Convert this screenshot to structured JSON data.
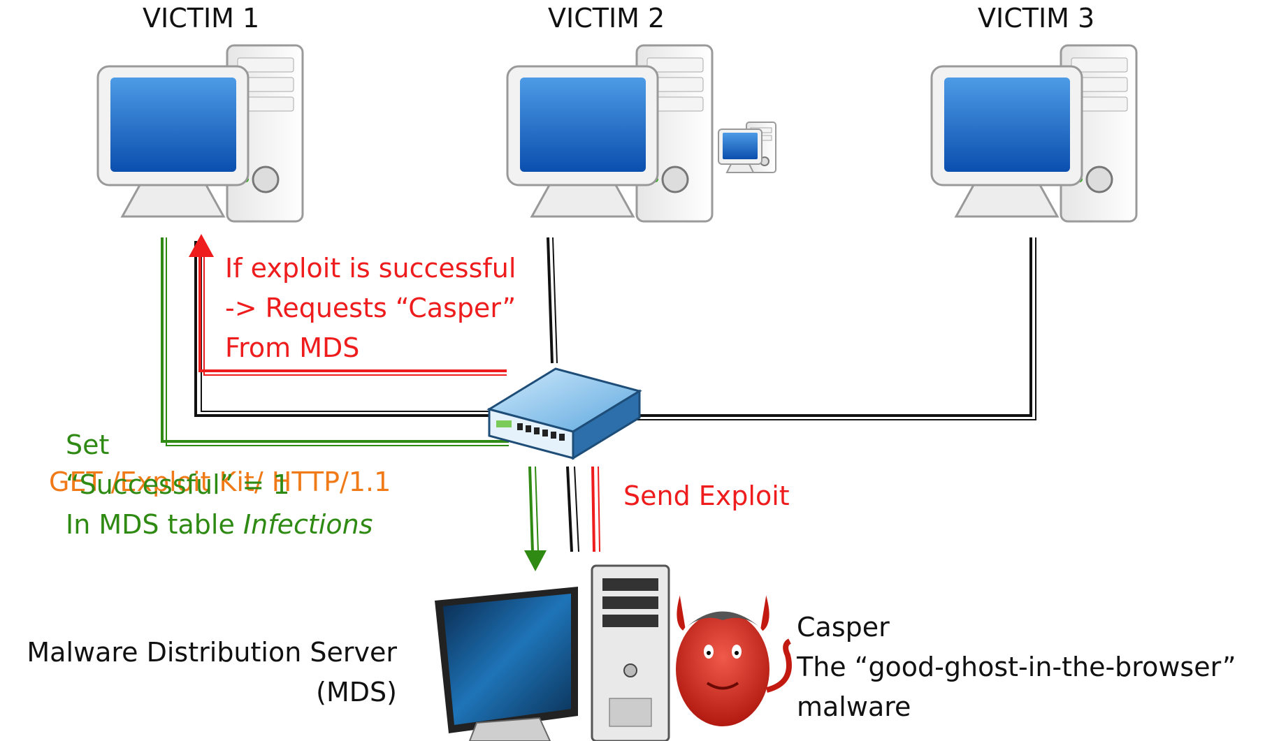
{
  "victims": [
    {
      "label": "VICTIM 1"
    },
    {
      "label": "VICTIM 2"
    },
    {
      "label": "VICTIM 3"
    }
  ],
  "annotations": {
    "exploit_success": {
      "line1": "If exploit is successful",
      "line2": "-> Requests “Casper”",
      "line3": "From MDS"
    },
    "set_success": {
      "line1": "Set",
      "line2": "“Successful” = 1",
      "line3_prefix": "In MDS table ",
      "line3_em": "Infections"
    },
    "http_request": "GET /Exploit Kit/ HTTP/1.1",
    "send_exploit": "Send Exploit"
  },
  "server": {
    "line1": "Malware Distribution Server",
    "line2": "(MDS)"
  },
  "casper": {
    "line1": "Casper",
    "line2": "The “good-ghost-in-the-browser”",
    "line3": "malware"
  },
  "colors": {
    "red": "#ee1c1c",
    "green": "#2f8a13",
    "orange": "#f07a18",
    "black": "#111111"
  }
}
